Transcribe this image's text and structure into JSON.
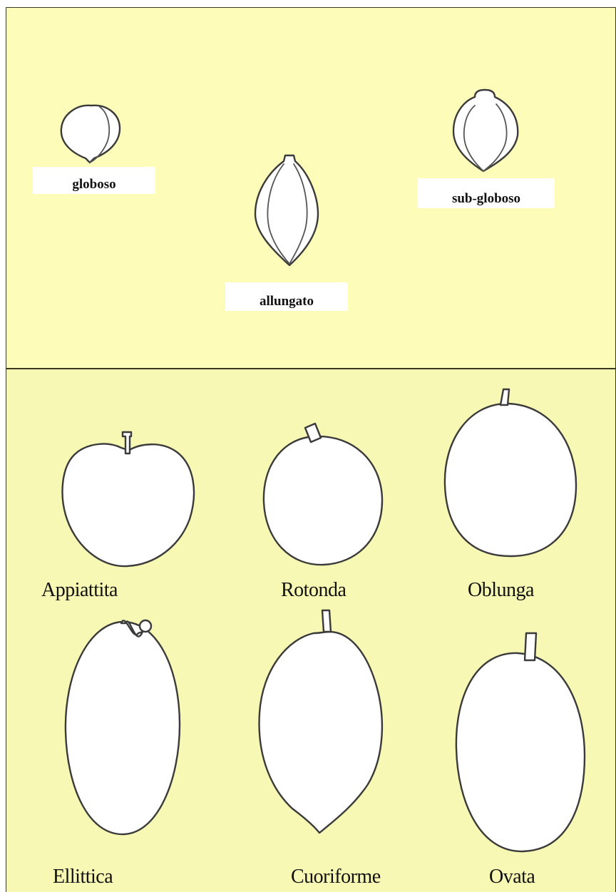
{
  "stone_shapes": {
    "globoso": "globoso",
    "allungato": "allungato",
    "sub_globoso": "sub-globoso"
  },
  "fruit_shapes": {
    "appiattita": "Appiattita",
    "rotonda": "Rotonda",
    "oblunga": "Oblunga",
    "ellittica": "Ellittica",
    "cuoriforme": "Cuoriforme",
    "ovata": "Ovata"
  }
}
